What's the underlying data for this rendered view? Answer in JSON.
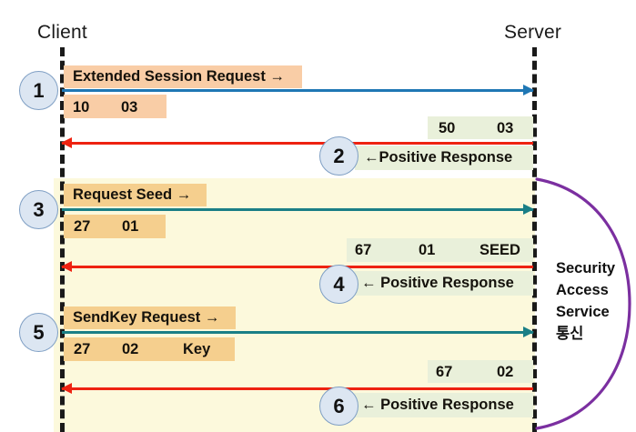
{
  "diagram": {
    "title": "Security Access Service sequence",
    "actors": {
      "left": "Client",
      "right": "Server"
    },
    "annotation": "Security\nAccess\nService\n통신",
    "colors": {
      "request_box": "#f9cda6",
      "request_box_gold": "#f5cf8e",
      "response_box": "#e9f0da",
      "band": "#fcf9dc",
      "request_arrow_blue": "#1f77b4",
      "request_arrow_teal": "#1a7f86",
      "response_arrow": "#ee2211",
      "brace": "#7b2fa0",
      "circle_fill": "#dce6f2",
      "circle_stroke": "#7f9fc4",
      "lifeline": "#1a1a1a"
    },
    "steps": [
      {
        "number": "1",
        "direction": "request",
        "label": "Extended Session Request →",
        "fields": [
          "10",
          "03"
        ]
      },
      {
        "number": "2",
        "direction": "response",
        "label": "←Positive Response",
        "fields": [
          "50",
          "03"
        ]
      },
      {
        "number": "3",
        "direction": "request",
        "label": "Request Seed →",
        "fields": [
          "27",
          "01"
        ]
      },
      {
        "number": "4",
        "direction": "response",
        "label": "← Positive Response",
        "fields": [
          "67",
          "01",
          "SEED"
        ]
      },
      {
        "number": "5",
        "direction": "request",
        "label": "SendKey Request →",
        "fields": [
          "27",
          "02",
          "Key"
        ]
      },
      {
        "number": "6",
        "direction": "response",
        "label": "← Positive Response",
        "fields": [
          "67",
          "02"
        ]
      }
    ]
  }
}
